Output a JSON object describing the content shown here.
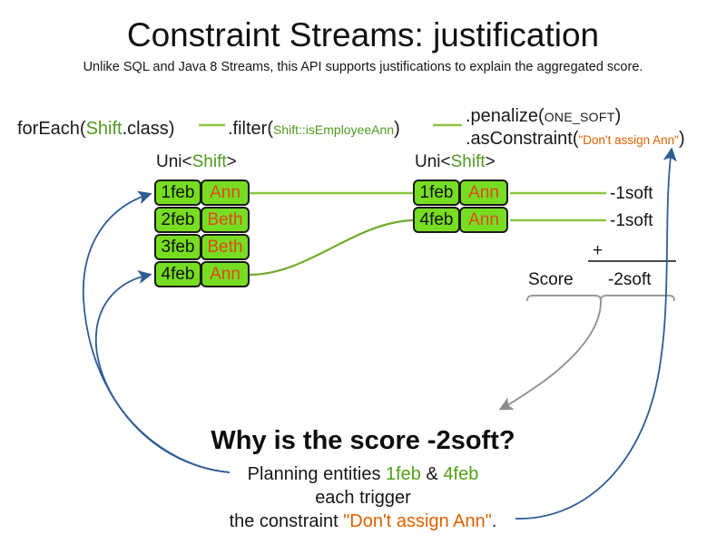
{
  "slide": {
    "title": "Constraint Streams: justification",
    "subtitle": "Unlike SQL and Java 8 Streams, this API supports justifications to explain the aggregated score."
  },
  "pipeline": {
    "for_each": {
      "prefix": "forEach(",
      "type": "Shift",
      "suffix": ".class)"
    },
    "filter": {
      "prefix": ".filter(",
      "method_ref": "Shift::isEmployeeAnn",
      "suffix": ")"
    },
    "penalize": {
      "prefix": ".penalize(",
      "constant": "ONE_SOFT",
      "suffix": ")"
    },
    "as_constraint": {
      "prefix": ".asConstraint(",
      "constraint_name": "\"Don't assign Ann\"",
      "suffix": ")"
    }
  },
  "streams": {
    "left": {
      "label_prefix": "Uni<",
      "label_type": "Shift",
      "label_suffix": ">",
      "rows": [
        {
          "date": "1feb",
          "employee": "Ann"
        },
        {
          "date": "2feb",
          "employee": "Beth"
        },
        {
          "date": "3feb",
          "employee": "Beth"
        },
        {
          "date": "4feb",
          "employee": "Ann"
        }
      ]
    },
    "right": {
      "label_prefix": "Uni<",
      "label_type": "Shift",
      "label_suffix": ">",
      "rows": [
        {
          "date": "1feb",
          "employee": "Ann",
          "penalty": "-1soft"
        },
        {
          "date": "4feb",
          "employee": "Ann",
          "penalty": "-1soft"
        }
      ]
    }
  },
  "score": {
    "label": "Score",
    "operator": "+",
    "total": "-2soft"
  },
  "explanation": {
    "heading": "Why is the score -2soft?",
    "line1_prefix": "Planning entities ",
    "line1_entity_a": "1feb",
    "line1_amp": " & ",
    "line1_entity_b": "4feb",
    "line2": "each trigger",
    "line3_prefix": "the constraint ",
    "line3_constraint": "\"Don't assign Ann\"",
    "line3_suffix": "."
  },
  "colors": {
    "entity_green": "#52a018",
    "type_green": "#4f9a20",
    "box_fill": "#77dd22",
    "box_border": "#1a1a1a",
    "employee_orange": "#e0491c",
    "constraint_orange": "#e06000",
    "connector_green": "#8cc63f",
    "justification_blue": "#2f5c94",
    "brace_grey": "#9a9a9a"
  }
}
